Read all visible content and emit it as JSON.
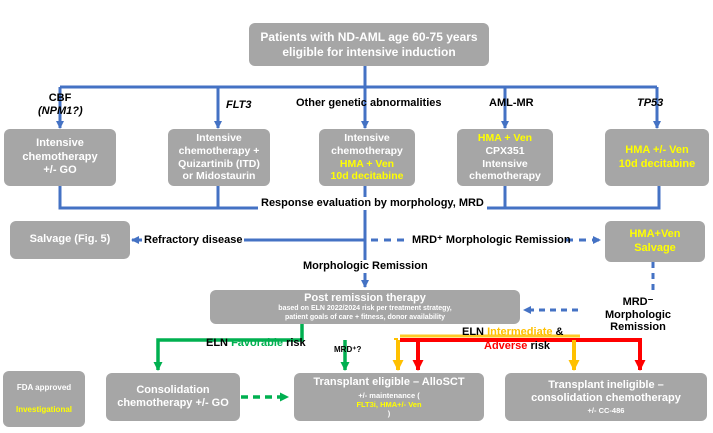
{
  "top_box": {
    "line1": "Patients with ND-AML age  60-75 years",
    "line2": "eligible for intensive induction"
  },
  "branches": {
    "cbf": {
      "label": "CBF",
      "label2": "(NPM1?)",
      "box_line1": "Intensive chemotherapy",
      "box_line2": "+/- GO"
    },
    "flt3": {
      "label": "FLT3",
      "box_line1": "Intensive",
      "box_line2": "chemotherapy +",
      "box_line3": "Quizartinib (ITD)",
      "box_line4": "or Midostaurin"
    },
    "other": {
      "label": "Other genetic abnormalities",
      "box_line1": "Intensive",
      "box_line2": "chemotherapy",
      "box_line3": "HMA + Ven",
      "box_line4": "10d decitabine"
    },
    "amlmr": {
      "label": "AML-MR",
      "box_line1": "HMA + Ven",
      "box_line2": "CPX351",
      "box_line3": "Intensive",
      "box_line4": "chemotherapy"
    },
    "tp53": {
      "label": "TP53",
      "box_line1": "HMA +/- Ven",
      "box_line2": "10d decitabine"
    }
  },
  "response_label": "Response evaluation  by morphology,  MRD",
  "salvage_box": "Salvage (Fig. 5)",
  "refractory_label": "Refractory disease",
  "mrd_pos_label": "MRD⁺ Morphologic  Remission",
  "hma_salvage_box": {
    "line1": "HMA+Ven",
    "line2": "Salvage"
  },
  "morph_remission_label": "Morphologic Remission",
  "mrd_neg_label": {
    "line1": "MRD⁻",
    "line2": "Morphologic",
    "line3": "Remission"
  },
  "post_remission_box": {
    "title": "Post remission therapy",
    "sub1": "based on ELN 2022/2024 risk per treatment strategy,",
    "sub2": "patient goals of care + fitness, donor availability"
  },
  "eln_favorable": {
    "prefix": "ELN ",
    "word": "Favorable",
    "suffix": " risk"
  },
  "eln_intermediate": {
    "prefix": "ELN ",
    "word1": "Intermediate",
    "amp": " &",
    "word2": "Adverse",
    "suffix": " risk"
  },
  "mrd_question_label": "MRD⁺?",
  "legend": {
    "fda": "FDA approved",
    "investigational": "Investigational"
  },
  "consolidation_box": {
    "line1": "Consolidation",
    "line2": "chemotherapy +/- GO"
  },
  "transplant_eligible_box": {
    "title": "Transplant eligible – AlloSCT",
    "sub_prefix": "+/- maintenance (",
    "sub_hl": "FLT3i, HMA+/- Ven",
    "sub_suffix": ")"
  },
  "transplant_ineligible_box": {
    "line1": "Transplant ineligible –",
    "line2": "consolidation  chemotherapy",
    "sub": "+/- CC-486"
  },
  "colors": {
    "box_fill": "#a6a6a6",
    "connector_blue": "#4472c4",
    "highlight_yellow": "#ffff00",
    "favorable_green": "#00b050",
    "intermediate_amber": "#ffc000",
    "adverse_red": "#ff0000"
  }
}
